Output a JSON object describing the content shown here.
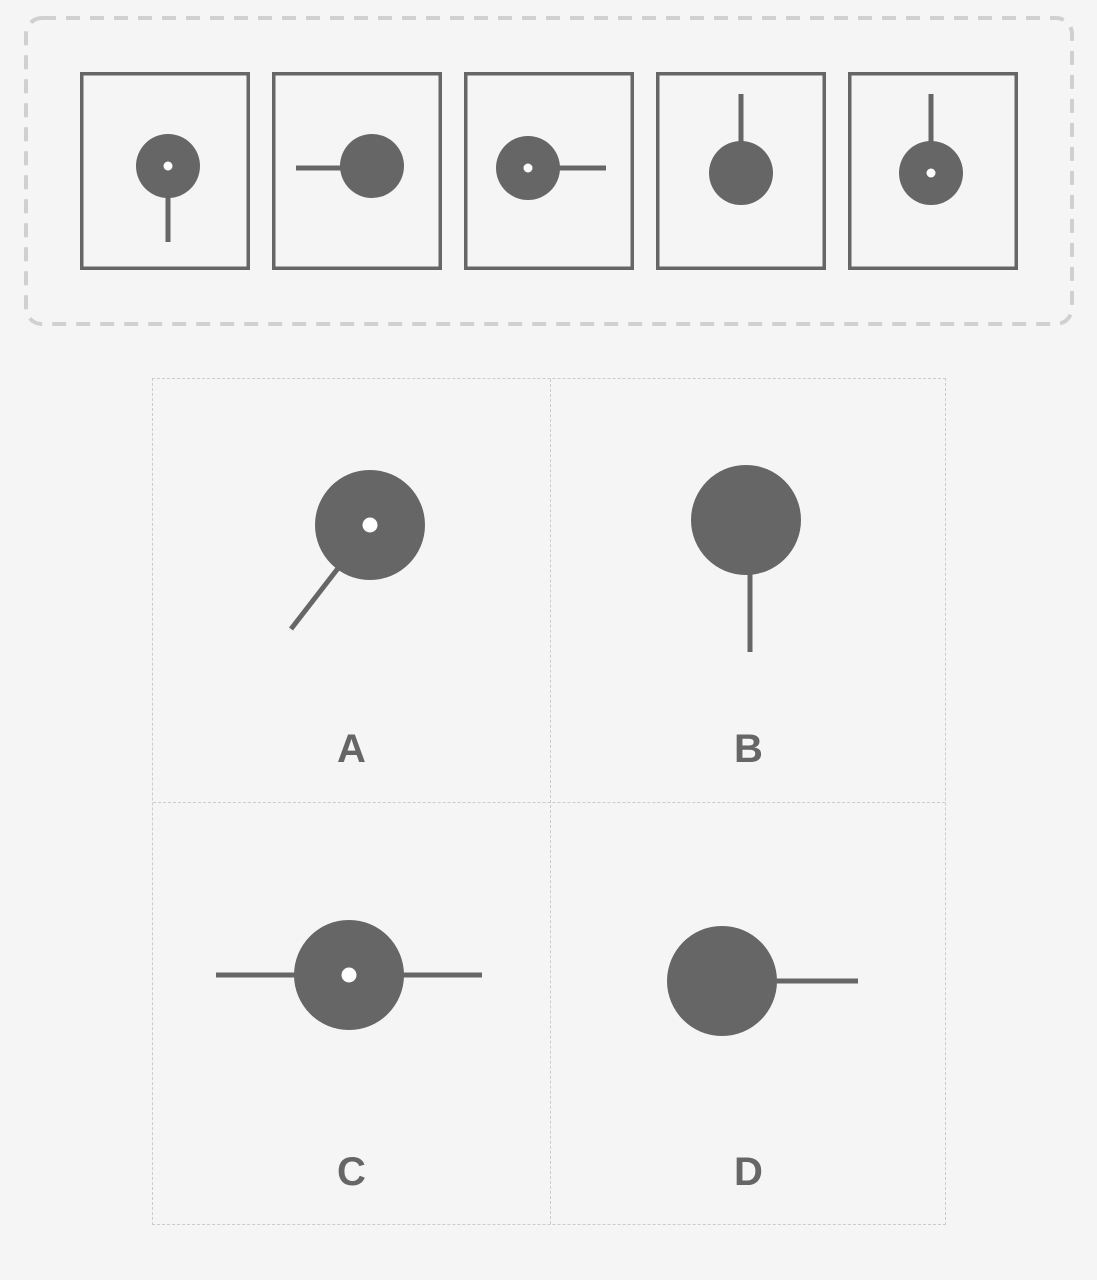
{
  "colors": {
    "figure": "#666666",
    "background": "#f5f5f5",
    "panel_border": "#cccccc",
    "dot": "#ffffff"
  },
  "sequence": {
    "figures": [
      {
        "circle_icon": "dotted-circle",
        "stick_direction": "down"
      },
      {
        "circle_icon": "solid-circle",
        "stick_direction": "left"
      },
      {
        "circle_icon": "dotted-circle",
        "stick_direction": "right"
      },
      {
        "circle_icon": "solid-circle",
        "stick_direction": "up"
      },
      {
        "circle_icon": "dotted-circle",
        "stick_direction": "up"
      }
    ]
  },
  "options": [
    {
      "label": "A",
      "circle_icon": "dotted-circle",
      "stick_direction": "down-left"
    },
    {
      "label": "B",
      "circle_icon": "solid-circle",
      "stick_direction": "down"
    },
    {
      "label": "C",
      "circle_icon": "dotted-circle",
      "stick_direction": "left-and-right"
    },
    {
      "label": "D",
      "circle_icon": "solid-circle",
      "stick_direction": "right"
    }
  ]
}
